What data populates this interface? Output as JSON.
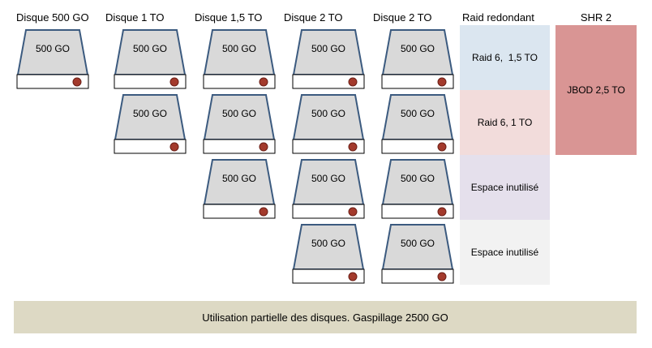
{
  "headers": {
    "col1": "Disque 500 GO",
    "col2": "Disque 1 TO",
    "col3": "Disque 1,5 TO",
    "col4": "Disque 2 TO",
    "col5": "Disque 2 TO",
    "raid": "Raid redondant",
    "shr": "SHR 2"
  },
  "drive_label": "500 GO",
  "blocks": {
    "raid6_15": "Raid 6,  1,5 TO",
    "raid6_1": "Raid 6, 1 TO",
    "unused1": "Espace inutilisé",
    "unused2": "Espace inutilisé"
  },
  "shr_block": "JBOD 2,5 TO",
  "footer": "Utilisation partielle des disques. Gaspillage 2500 GO",
  "colors": {
    "drive_fill": "#d9d9d9",
    "drive_stroke": "#3b5a7f",
    "led": "#a33a2c",
    "raid6_15_bg": "#dbe6f0",
    "raid6_1_bg": "#f2dcdb",
    "unused1_bg": "#e5e0ec",
    "unused2_bg": "#f2f2f2",
    "shr_bg": "#d99594",
    "footer_bg": "#ddd9c4"
  }
}
